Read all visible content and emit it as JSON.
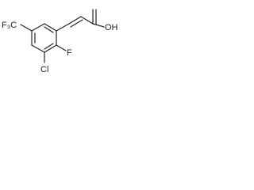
{
  "molecule": {
    "labels": {
      "cf3": "F₃C",
      "carboxyl": "OH",
      "ring_fluoro": "F",
      "chloro": "Cl"
    },
    "colors": {
      "bond": "#222222",
      "text": "#222222",
      "background": "#ffffff"
    }
  }
}
